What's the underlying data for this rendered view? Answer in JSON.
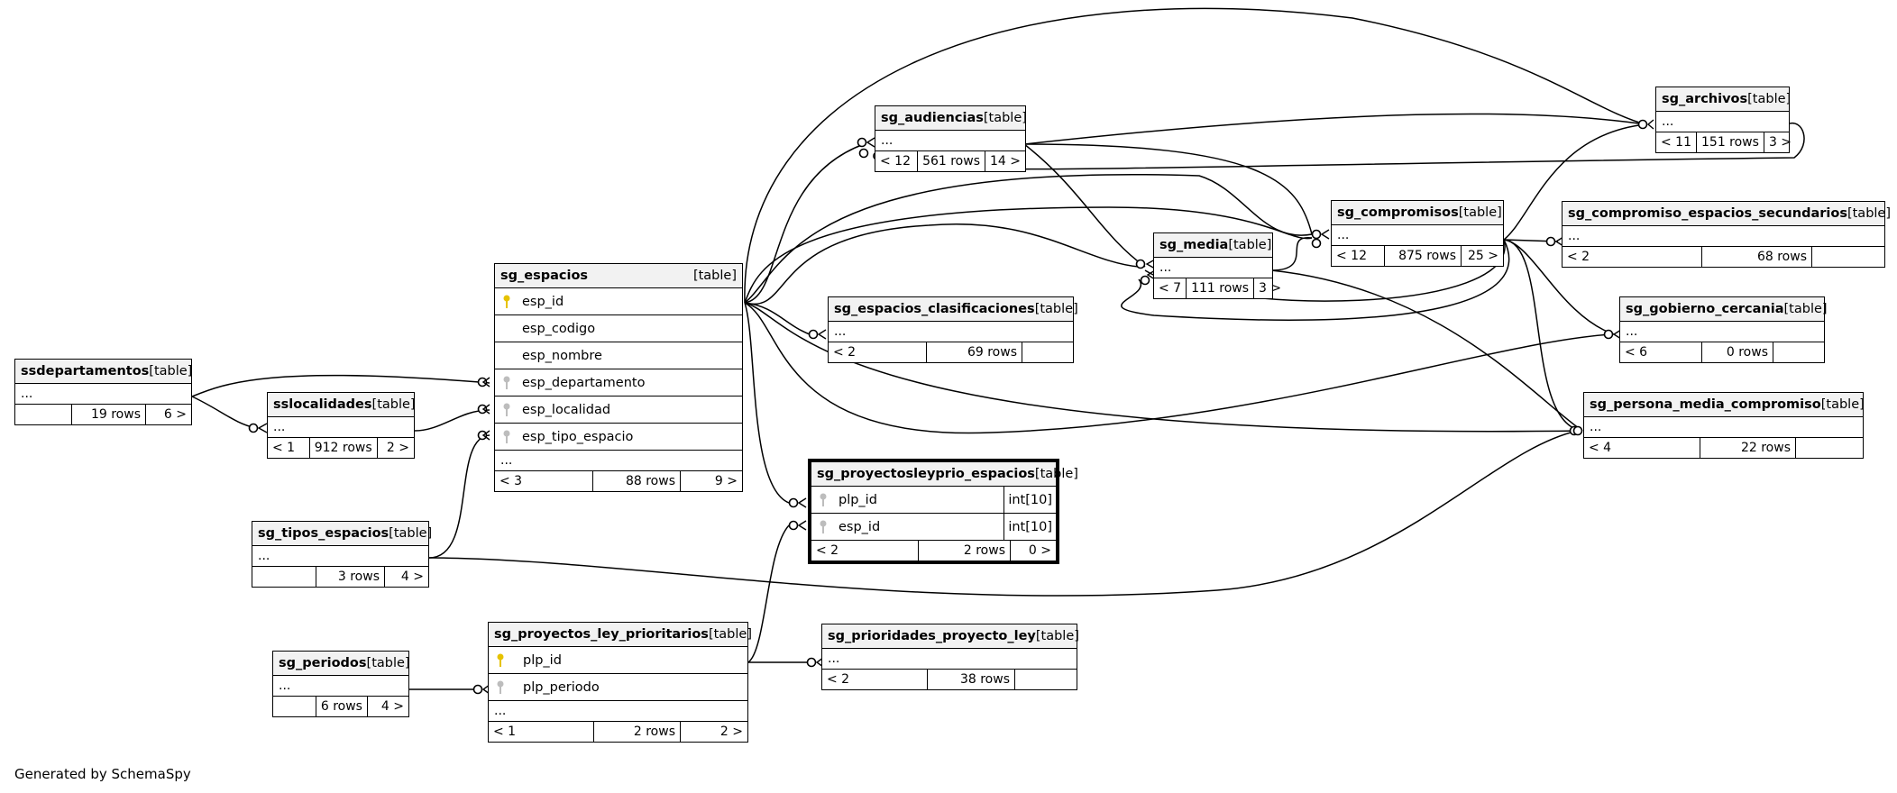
{
  "tag_label": "[table]",
  "credit": "Generated by SchemaSpy",
  "tables": {
    "ssdepartamentos": {
      "name": "ssdepartamentos",
      "dots": "...",
      "footer": [
        "",
        "19 rows",
        "6 >"
      ]
    },
    "sslocalidades": {
      "name": "sslocalidades",
      "dots": "...",
      "footer": [
        "< 1",
        "912 rows",
        "2 >"
      ]
    },
    "sg_espacios": {
      "name": "sg_espacios",
      "columns": [
        {
          "name": "esp_id",
          "icon": "primary-key-icon"
        },
        {
          "name": "esp_codigo",
          "icon": ""
        },
        {
          "name": "esp_nombre",
          "icon": ""
        },
        {
          "name": "esp_departamento",
          "icon": "foreign-key-icon"
        },
        {
          "name": "esp_localidad",
          "icon": "foreign-key-icon"
        },
        {
          "name": "esp_tipo_espacio",
          "icon": "foreign-key-icon"
        }
      ],
      "dots": "...",
      "footer": [
        "< 3",
        "88 rows",
        "9 >"
      ]
    },
    "sg_tipos_espacios": {
      "name": "sg_tipos_espacios",
      "dots": "...",
      "footer": [
        "",
        "3 rows",
        "4 >"
      ]
    },
    "sg_periodos": {
      "name": "sg_periodos",
      "dots": "...",
      "footer": [
        "",
        "6 rows",
        "4 >"
      ]
    },
    "sg_proyectos_ley_prioritarios": {
      "name": "sg_proyectos_ley_prioritarios",
      "columns": [
        {
          "name": "plp_id",
          "icon": "primary-key-icon"
        },
        {
          "name": "plp_periodo",
          "icon": "foreign-key-icon"
        }
      ],
      "dots": "...",
      "footer": [
        "< 1",
        "2 rows",
        "2 >"
      ]
    },
    "sg_audiencias": {
      "name": "sg_audiencias",
      "dots": "...",
      "footer": [
        "< 12",
        "561 rows",
        "14 >"
      ]
    },
    "sg_espacios_clasificaciones": {
      "name": "sg_espacios_clasificaciones",
      "dots": "...",
      "footer": [
        "< 2",
        "69 rows",
        ""
      ]
    },
    "sg_proyectosleyprio_espacios": {
      "name": "sg_proyectosleyprio_espacios",
      "columns": [
        {
          "name": "plp_id",
          "icon": "foreign-key-icon",
          "type": "int[10]"
        },
        {
          "name": "esp_id",
          "icon": "foreign-key-icon",
          "type": "int[10]"
        }
      ],
      "footer": [
        "< 2",
        "2 rows",
        "0 >"
      ]
    },
    "sg_prioridades_proyecto_ley": {
      "name": "sg_prioridades_proyecto_ley",
      "dots": "...",
      "footer": [
        "< 2",
        "38 rows",
        ""
      ]
    },
    "sg_media": {
      "name": "sg_media",
      "dots": "...",
      "footer": [
        "< 7",
        "111 rows",
        "3 >"
      ]
    },
    "sg_compromisos": {
      "name": "sg_compromisos",
      "dots": "...",
      "footer": [
        "< 12",
        "875 rows",
        "25 >"
      ]
    },
    "sg_archivos": {
      "name": "sg_archivos",
      "dots": "...",
      "footer": [
        "< 11",
        "151 rows",
        "3 >"
      ]
    },
    "sg_compromiso_espacios_secundarios": {
      "name": "sg_compromiso_espacios_secundarios",
      "dots": "...",
      "footer": [
        "< 2",
        "68 rows",
        ""
      ]
    },
    "sg_gobierno_cercania": {
      "name": "sg_gobierno_cercania",
      "dots": "...",
      "footer": [
        "< 6",
        "0 rows",
        ""
      ]
    },
    "sg_persona_media_compromiso": {
      "name": "sg_persona_media_compromiso",
      "dots": "...",
      "footer": [
        "< 4",
        "22 rows",
        ""
      ]
    }
  }
}
